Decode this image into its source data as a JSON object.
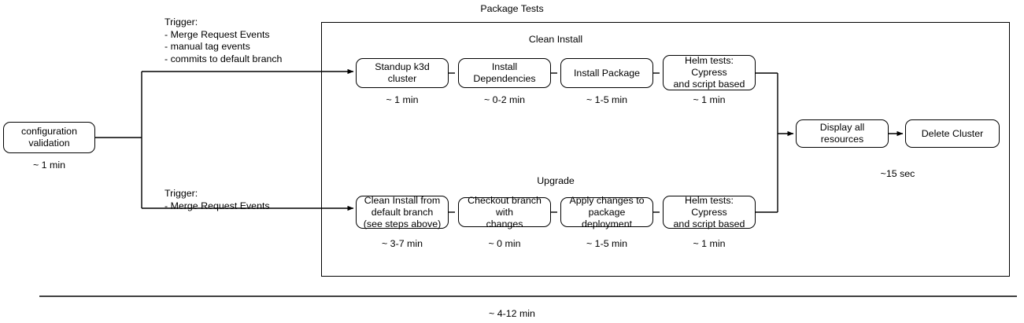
{
  "diagram": {
    "title": "Package Tests",
    "total_duration_label": "~ 4-12 min",
    "entry_node": {
      "label": "configuration\nvalidation",
      "duration": "~ 1 min"
    },
    "triggers": [
      {
        "name": "trigger-clean-install",
        "text": "Trigger:\n- Merge Request Events\n- manual tag events\n- commits to default branch"
      },
      {
        "name": "trigger-upgrade",
        "text": "Trigger:\n- Merge Request Events"
      }
    ],
    "sections": [
      {
        "name": "clean-install",
        "label": "Clean Install",
        "steps": [
          {
            "label": "Standup k3d cluster",
            "duration": "~ 1 min"
          },
          {
            "label": "Install Dependencies",
            "duration": "~ 0-2 min"
          },
          {
            "label": "Install Package",
            "duration": "~ 1-5 min"
          },
          {
            "label": "Helm tests: Cypress\nand script based",
            "duration": "~ 1 min"
          }
        ]
      },
      {
        "name": "upgrade",
        "label": "Upgrade",
        "steps": [
          {
            "label": "Clean Install from\ndefault branch\n(see steps above)",
            "duration": "~ 3-7 min"
          },
          {
            "label": "Checkout branch with\nchanges",
            "duration": "~ 0 min"
          },
          {
            "label": "Apply changes to\npackage deployment",
            "duration": "~ 1-5 min"
          },
          {
            "label": "Helm tests: Cypress\nand script based",
            "duration": "~ 1 min"
          }
        ]
      }
    ],
    "teardown": {
      "steps": [
        {
          "label": "Display all resources"
        },
        {
          "label": "Delete Cluster"
        }
      ],
      "duration": "~15 sec"
    },
    "colors": {
      "stroke": "#000000",
      "fill": "#ffffff",
      "text": "#000000"
    }
  }
}
